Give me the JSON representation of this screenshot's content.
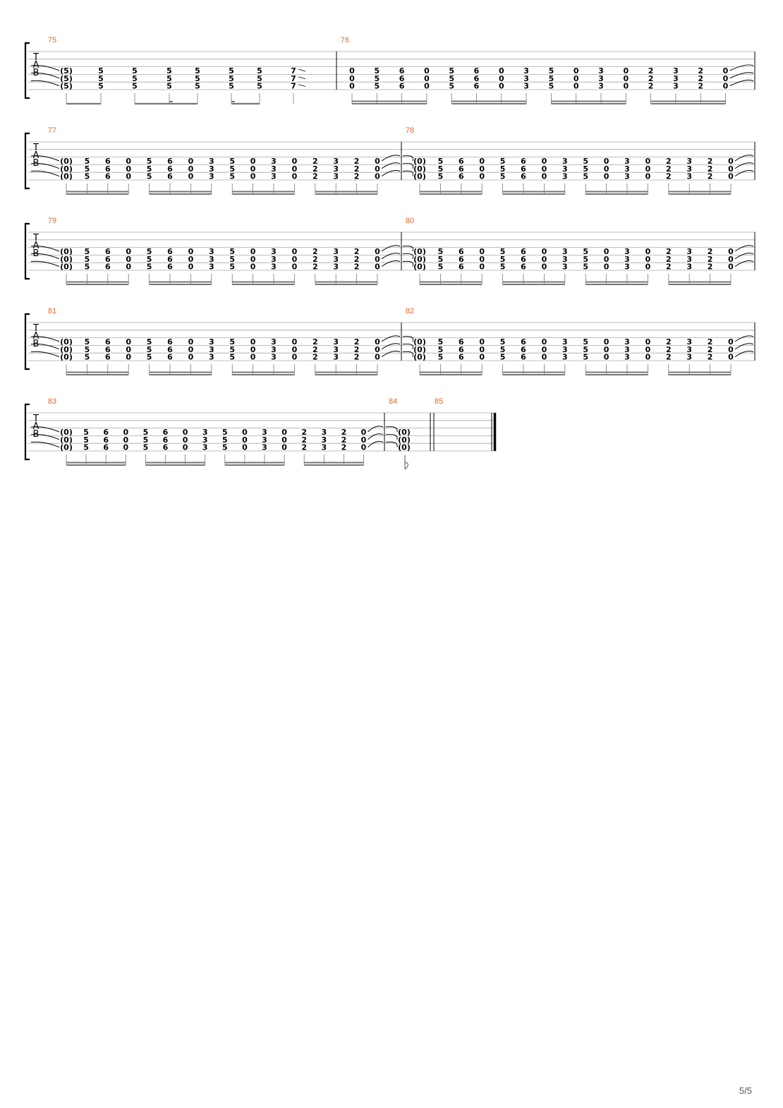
{
  "page": {
    "number": "5/5",
    "accent": "#e06a2c",
    "ink": "#000000",
    "staff_line_color": "#a8a8a8"
  },
  "tab_clef": [
    "T",
    "A",
    "B"
  ],
  "systems": [
    {
      "measures": [
        {
          "number": "75",
          "notes": [
            {
              "frets": [
                "(5)",
                "(5)",
                "(5)"
              ]
            },
            {
              "frets": [
                "5",
                "5",
                "5"
              ]
            },
            {
              "frets": [
                "5",
                "5",
                "5"
              ]
            },
            {
              "frets": [
                "5",
                "5",
                "5"
              ]
            },
            {
              "frets": [
                "5",
                "5",
                "5"
              ]
            },
            {
              "frets": [
                "5",
                "5",
                "5"
              ]
            },
            {
              "frets": [
                "5",
                "5",
                "5"
              ]
            },
            {
              "frets": [
                "7",
                "7",
                "7"
              ],
              "slide": true
            }
          ]
        },
        {
          "number": "76",
          "notes": [
            {
              "frets": [
                "0",
                "0",
                "0"
              ]
            },
            {
              "frets": [
                "5",
                "5",
                "5"
              ]
            },
            {
              "frets": [
                "6",
                "6",
                "6"
              ]
            },
            {
              "frets": [
                "0",
                "0",
                "0"
              ]
            },
            {
              "frets": [
                "5",
                "5",
                "5"
              ]
            },
            {
              "frets": [
                "6",
                "6",
                "6"
              ]
            },
            {
              "frets": [
                "0",
                "0",
                "0"
              ]
            },
            {
              "frets": [
                "3",
                "3",
                "3"
              ]
            },
            {
              "frets": [
                "5",
                "5",
                "5"
              ]
            },
            {
              "frets": [
                "0",
                "0",
                "0"
              ]
            },
            {
              "frets": [
                "3",
                "3",
                "3"
              ]
            },
            {
              "frets": [
                "0",
                "0",
                "0"
              ]
            },
            {
              "frets": [
                "2",
                "2",
                "2"
              ]
            },
            {
              "frets": [
                "3",
                "3",
                "3"
              ]
            },
            {
              "frets": [
                "2",
                "2",
                "2"
              ]
            },
            {
              "frets": [
                "0",
                "0",
                "0"
              ]
            }
          ]
        }
      ]
    },
    {
      "measures": [
        {
          "number": "77",
          "notes": "riff"
        },
        {
          "number": "78",
          "notes": "riff"
        }
      ]
    },
    {
      "measures": [
        {
          "number": "79",
          "notes": "riff"
        },
        {
          "number": "80",
          "notes": "riff"
        }
      ]
    },
    {
      "measures": [
        {
          "number": "81",
          "notes": "riff"
        },
        {
          "number": "82",
          "notes": "riff"
        }
      ]
    },
    {
      "measures": [
        {
          "number": "83",
          "notes": "riff"
        },
        {
          "number": "84",
          "notes": [
            {
              "frets": [
                "(0)",
                "(0)",
                "(0)"
              ]
            }
          ]
        },
        {
          "number": "85",
          "notes": []
        }
      ]
    }
  ],
  "riff": [
    {
      "frets": [
        "(0)",
        "(0)",
        "(0)"
      ]
    },
    {
      "frets": [
        "5",
        "5",
        "5"
      ]
    },
    {
      "frets": [
        "6",
        "6",
        "6"
      ]
    },
    {
      "frets": [
        "0",
        "0",
        "0"
      ]
    },
    {
      "frets": [
        "5",
        "5",
        "5"
      ]
    },
    {
      "frets": [
        "6",
        "6",
        "6"
      ]
    },
    {
      "frets": [
        "0",
        "0",
        "0"
      ]
    },
    {
      "frets": [
        "3",
        "3",
        "3"
      ]
    },
    {
      "frets": [
        "5",
        "5",
        "5"
      ]
    },
    {
      "frets": [
        "0",
        "0",
        "0"
      ]
    },
    {
      "frets": [
        "3",
        "3",
        "3"
      ]
    },
    {
      "frets": [
        "0",
        "0",
        "0"
      ]
    },
    {
      "frets": [
        "2",
        "2",
        "2"
      ]
    },
    {
      "frets": [
        "3",
        "3",
        "3"
      ]
    },
    {
      "frets": [
        "2",
        "2",
        "2"
      ]
    },
    {
      "frets": [
        "0",
        "0",
        "0"
      ]
    }
  ]
}
